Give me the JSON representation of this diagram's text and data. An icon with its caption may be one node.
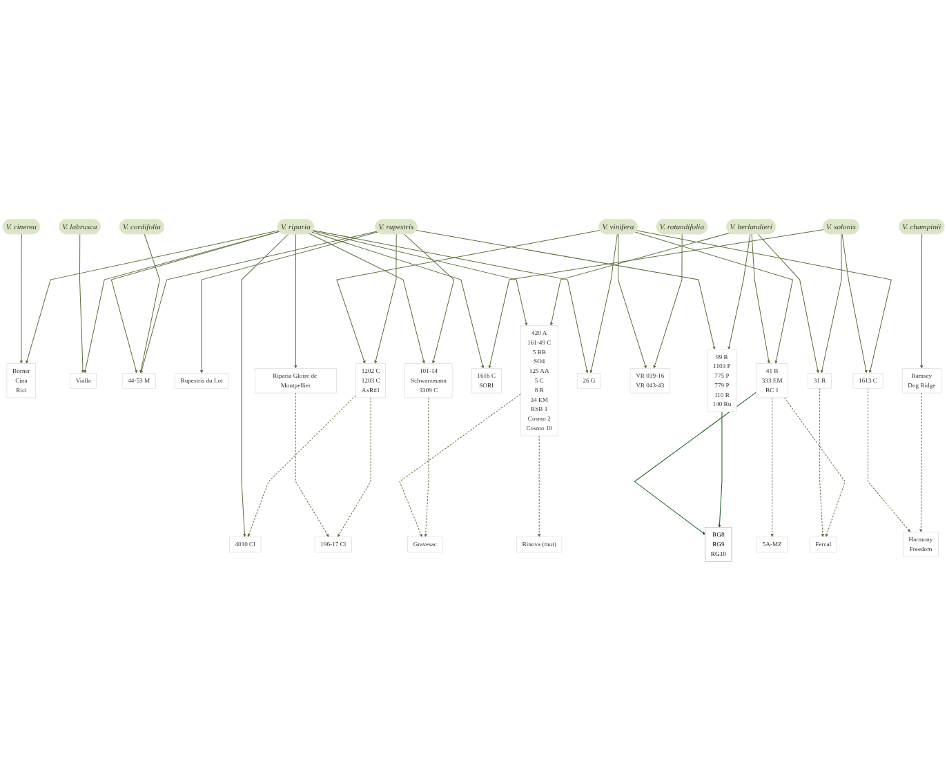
{
  "diagram": {
    "nodes": [
      {
        "text": [
          "V. cinerea"
        ]
      },
      {
        "text": [
          "V. labrusca"
        ]
      },
      {
        "text": [
          "V. cordifolia"
        ]
      },
      {
        "text": [
          "Börner",
          "Cina",
          "Rici"
        ]
      },
      {
        "text": [
          "Vialla"
        ]
      },
      {
        "text": [
          "44-53 M"
        ]
      },
      {
        "text": [
          "Rupestris du Lot"
        ]
      },
      {
        "text": [
          "V. riparia"
        ]
      },
      {
        "text": [
          "101-14",
          "Schwarzmann",
          "3309 C"
        ]
      },
      {
        "text": [
          "V. rupestris"
        ]
      },
      {
        "text": [
          "420 A",
          "161-49 C",
          "5 BB",
          "SO4",
          "125 AA",
          "5 C",
          "8 B",
          "34 EM",
          "RSB 1",
          "Cosmo 2",
          "Cosmo 10"
        ]
      },
      {
        "text": [
          "Gravesac"
        ]
      },
      {
        "text": [
          "Binova (mut)"
        ]
      },
      {
        "text": [
          "99 R",
          "1103 P",
          "775 P",
          "779 P",
          "110 R",
          "140 Ru"
        ]
      },
      {
        "text": [
          "V. berlandieri"
        ]
      },
      {
        "text": [
          "RG8",
          "RG9",
          "RG10"
        ]
      },
      {
        "text": [
          "41 B",
          "333 EM",
          "BC 1"
        ]
      },
      {
        "text": [
          "5A-MZ"
        ]
      },
      {
        "text": [
          "1616 C",
          "SORI"
        ]
      },
      {
        "text": [
          "31 R"
        ]
      },
      {
        "text": [
          "Fercal"
        ]
      },
      {
        "text": [
          "26 G"
        ]
      },
      {
        "text": [
          "V. vinifera"
        ]
      },
      {
        "text": [
          "VR 039-16",
          "VR 043-43"
        ]
      },
      {
        "text": [
          "V. solonis"
        ]
      },
      {
        "text": [
          "1613 C"
        ]
      },
      {
        "text": [
          "V. champinii"
        ]
      },
      {
        "text": [
          "Ramsey",
          "Dog Ridge"
        ]
      },
      {
        "text": [
          "Harmony",
          "Freedom"
        ]
      },
      {
        "text": [
          "V. rotundifolia"
        ]
      },
      {
        "text": [
          "Riparia Gloire de Montpellier"
        ]
      },
      {
        "text": [
          "196-17 Cl"
        ]
      },
      {
        "text": [
          "1202 C",
          "1203 C",
          "AxR#1"
        ]
      },
      {
        "text": [
          "4010 Cl"
        ]
      }
    ],
    "edges": [
      {
        "from": 0,
        "to": 3,
        "arrow": "to"
      },
      {
        "from": 1,
        "to": 4,
        "arrow": "to"
      },
      {
        "from": 7,
        "to": 3,
        "arrow": "to"
      },
      {
        "from": 7,
        "to": 4,
        "arrow": "to"
      },
      {
        "from": 7,
        "to": 5,
        "arrow": "to"
      },
      {
        "from": 2,
        "to": 5,
        "arrow": "to"
      },
      {
        "from": 9,
        "to": 5,
        "arrow": "to"
      },
      {
        "from": 7,
        "to": 8,
        "arrow": "to"
      },
      {
        "from": 9,
        "to": 8,
        "arrow": "to"
      },
      {
        "from": 9,
        "to": 6,
        "arrow": "to"
      },
      {
        "from": 9,
        "to": 13,
        "arrow": "to"
      },
      {
        "from": 10,
        "to": 11,
        "arrow": "to",
        "style": "dashed"
      },
      {
        "from": 8,
        "to": 11,
        "arrow": "to",
        "style": "dashed"
      },
      {
        "from": 10,
        "to": 12,
        "arrow": "to",
        "style": "dashed"
      },
      {
        "from": 7,
        "to": 10,
        "arrow": "to"
      },
      {
        "from": 14,
        "to": 10,
        "arrow": "to"
      },
      {
        "from": 14,
        "to": 13,
        "arrow": "to"
      },
      {
        "from": 14,
        "to": 16,
        "arrow": "to"
      },
      {
        "from": 14,
        "to": 19,
        "arrow": "to"
      },
      {
        "from": 16,
        "to": 15,
        "arrow": "to",
        "color": "#1b5e20"
      },
      {
        "from": 13,
        "to": 15,
        "arrow": "to",
        "color": "#1b5e20"
      },
      {
        "from": 16,
        "to": 17,
        "arrow": "to",
        "style": "dashed"
      },
      {
        "from": 19,
        "to": 20,
        "arrow": "to",
        "style": "dashed"
      },
      {
        "from": 16,
        "to": 20,
        "arrow": "to",
        "style": "dashed"
      },
      {
        "from": 7,
        "to": 18,
        "arrow": "to"
      },
      {
        "from": 7,
        "to": 21,
        "arrow": "to"
      },
      {
        "from": 7,
        "to": 30,
        "arrow": "to"
      },
      {
        "from": 7,
        "to": 33,
        "arrow": "to"
      },
      {
        "from": 24,
        "to": 18,
        "arrow": "to"
      },
      {
        "from": 24,
        "to": 19,
        "arrow": "to"
      },
      {
        "from": 22,
        "to": 21,
        "arrow": "to"
      },
      {
        "from": 22,
        "to": 16,
        "arrow": "to"
      },
      {
        "from": 22,
        "to": 23,
        "arrow": "to"
      },
      {
        "from": 29,
        "to": 23,
        "arrow": "to"
      },
      {
        "from": 24,
        "to": 25,
        "arrow": "to"
      },
      {
        "from": 22,
        "to": 25,
        "arrow": "to"
      },
      {
        "from": 25,
        "to": 28,
        "arrow": "to",
        "style": "dashed"
      },
      {
        "from": 26,
        "to": 27,
        "arrow": "to"
      },
      {
        "from": 27,
        "to": 28,
        "arrow": "to",
        "style": "dashed"
      },
      {
        "from": 22,
        "to": 32,
        "arrow": "to"
      },
      {
        "from": 9,
        "to": 32,
        "arrow": "to"
      },
      {
        "from": 30,
        "to": 31,
        "arrow": "to",
        "style": "dashed"
      },
      {
        "from": 32,
        "to": 31,
        "arrow": "to",
        "style": "dashed"
      },
      {
        "from": 32,
        "to": 33,
        "arrow": "to",
        "style": "dashed"
      }
    ]
  }
}
